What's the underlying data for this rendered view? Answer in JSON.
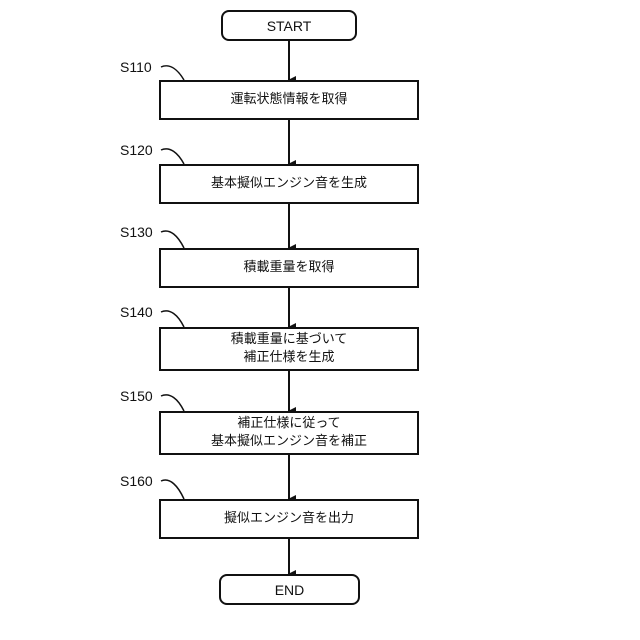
{
  "flowchart": {
    "start_label": "START",
    "end_label": "END",
    "steps": [
      {
        "id": "S110",
        "lines": [
          "運転状態情報を取得"
        ]
      },
      {
        "id": "S120",
        "lines": [
          "基本擬似エンジン音を生成"
        ]
      },
      {
        "id": "S130",
        "lines": [
          "積載重量を取得"
        ]
      },
      {
        "id": "S140",
        "lines": [
          "積載重量に基づいて",
          "補正仕様を生成"
        ]
      },
      {
        "id": "S150",
        "lines": [
          "補正仕様に従って",
          "基本擬似エンジン音を補正"
        ]
      },
      {
        "id": "S160",
        "lines": [
          "擬似エンジン音を出力"
        ]
      }
    ]
  },
  "colors": {
    "line": "#111111",
    "background": "#ffffff"
  }
}
